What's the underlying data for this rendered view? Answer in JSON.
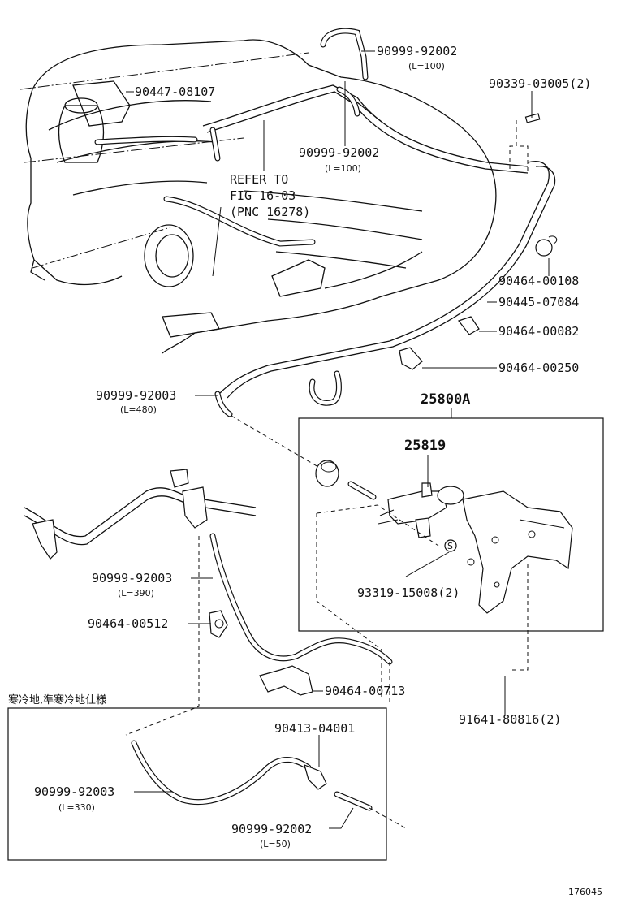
{
  "callouts": {
    "c1": "90999-92002",
    "c1_len": "(L=100)",
    "c2": "90447-08107",
    "c3": "90339-03005(2)",
    "c4": "90999-92002",
    "c4_len": "(L=100)",
    "refer_1": "REFER TO",
    "refer_2": "FIG 16-03",
    "refer_3": "(PNC 16278)",
    "c5": "90464-00108",
    "c6": "90445-07084",
    "c7": "90464-00082",
    "c8": "90464-00250",
    "c9": "90999-92003",
    "c9_len": "(L=480)",
    "c10": "25800A",
    "c11": "25819",
    "c12": "90999-92003",
    "c12_len": "(L=390)",
    "c13": "93319-15008(2)",
    "c14": "90464-00512",
    "c15": "90464-00713",
    "c16": "91641-80816(2)",
    "cold_region": "寒冷地,準寒冷地仕様",
    "c17": "90413-04001",
    "c18": "90999-92003",
    "c18_len": "(L=330)",
    "c19": "90999-92002",
    "c19_len": "(L=50)"
  },
  "diagram_id": "176045"
}
